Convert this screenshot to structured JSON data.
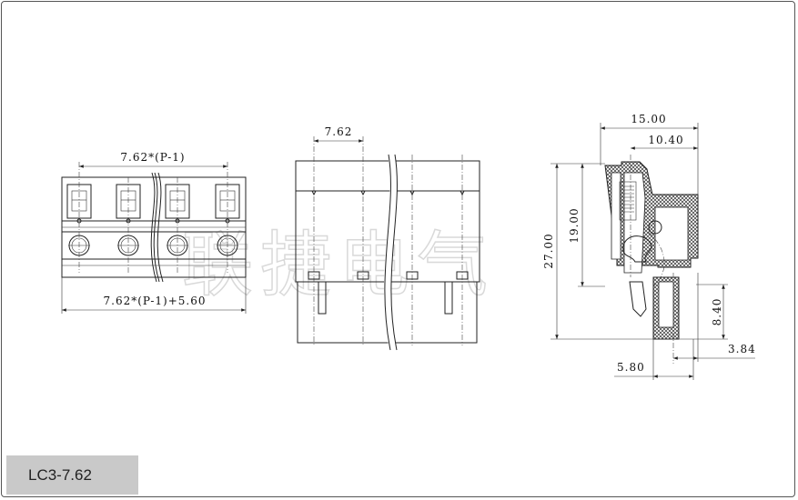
{
  "watermark": "联捷电气",
  "front_view": {
    "pitch_dim": "7.62*(P-1)",
    "overall_dim": "7.62*(P-1)+5.60"
  },
  "top_view": {
    "pitch_dim": "7.62"
  },
  "side_view": {
    "width_dim": "15.00",
    "upper_width_dim": "10.40",
    "height_dim": "27.00",
    "body_height_dim": "19.00",
    "pin_height_dim": "8.40",
    "pin_offset_dim": "3.84",
    "pin_width_dim": "5.80"
  },
  "model_label": "LC3-7.62"
}
